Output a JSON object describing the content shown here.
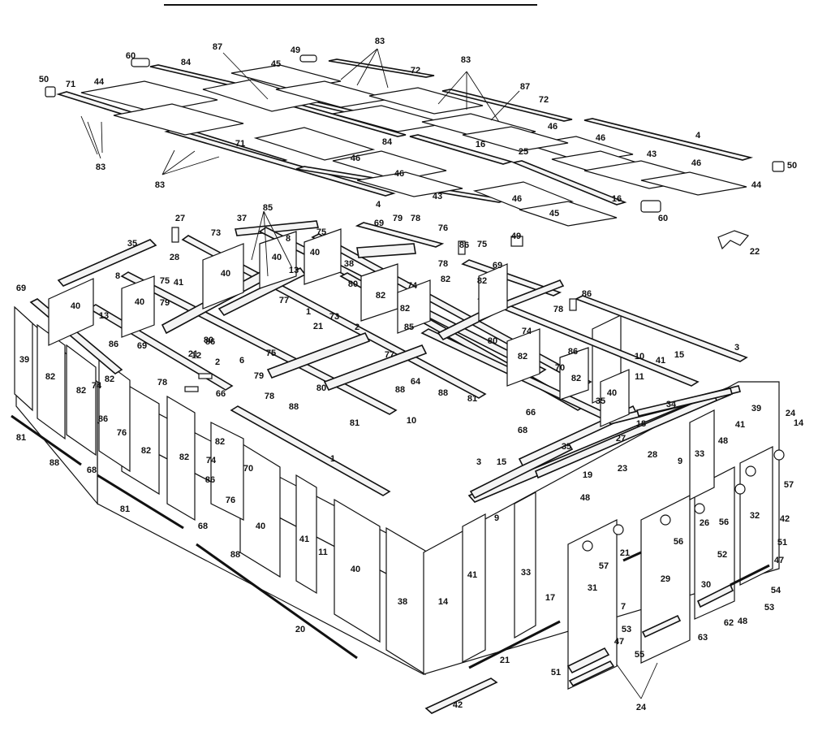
{
  "diagram": {
    "labels": [
      "1",
      "2",
      "3",
      "4",
      "6",
      "7",
      "8",
      "9",
      "10",
      "11",
      "12",
      "13",
      "14",
      "15",
      "16",
      "17",
      "18",
      "19",
      "20",
      "21",
      "22",
      "23",
      "24",
      "25",
      "26",
      "27",
      "28",
      "29",
      "30",
      "31",
      "32",
      "33",
      "34",
      "35",
      "37",
      "38",
      "39",
      "40",
      "41",
      "42",
      "43",
      "44",
      "45",
      "46",
      "47",
      "48",
      "49",
      "50",
      "51",
      "52",
      "53",
      "54",
      "55",
      "56",
      "57",
      "60",
      "62",
      "63",
      "64",
      "66",
      "68",
      "69",
      "70",
      "71",
      "72",
      "73",
      "74",
      "75",
      "76",
      "77",
      "78",
      "79",
      "80",
      "81",
      "82",
      "83",
      "84",
      "85",
      "86",
      "87",
      "88"
    ]
  }
}
